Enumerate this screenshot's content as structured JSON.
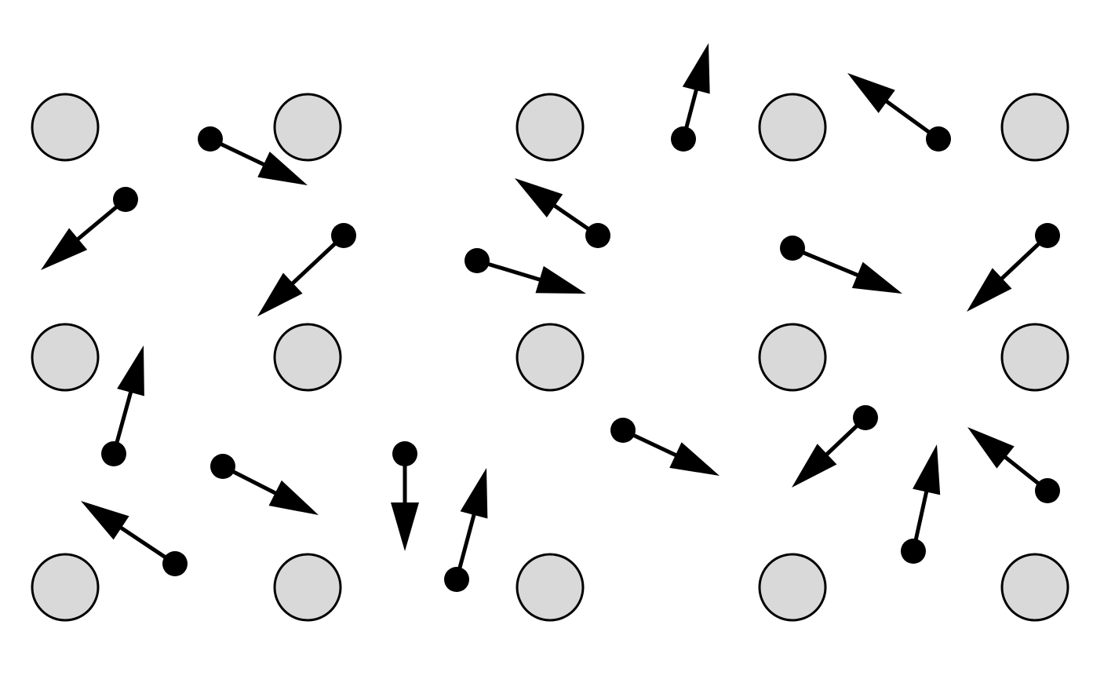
{
  "diagram": {
    "colors": {
      "background": "#ffffff",
      "ion_fill": "#d9d9d9",
      "ion_stroke": "#000000",
      "electron_fill": "#000000",
      "arrow_color": "#000000"
    },
    "icons": {
      "ion": "gray-circle",
      "electron": "black-dot",
      "velocity": "arrow"
    }
  }
}
